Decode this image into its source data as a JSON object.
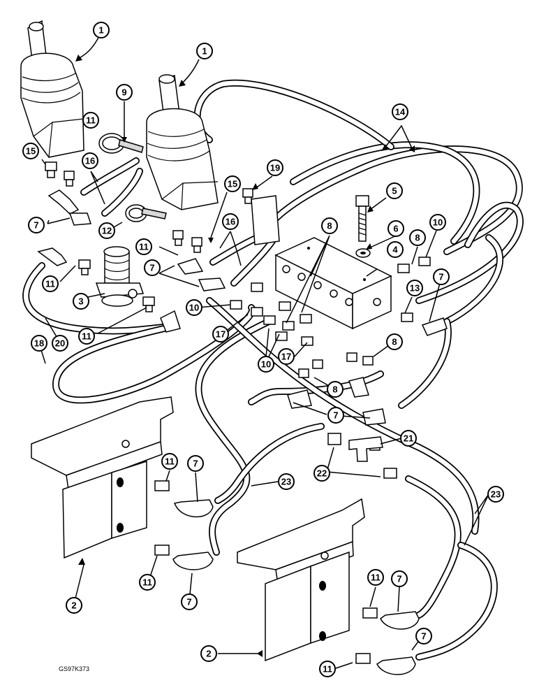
{
  "diagram": {
    "reference_code": "GS97K373",
    "callouts": [
      {
        "id": "c1a",
        "label": "1"
      },
      {
        "id": "c1b",
        "label": "1"
      },
      {
        "id": "c9",
        "label": "9"
      },
      {
        "id": "c11a",
        "label": "11"
      },
      {
        "id": "c14",
        "label": "14"
      },
      {
        "id": "c15a",
        "label": "15"
      },
      {
        "id": "c16a",
        "label": "16"
      },
      {
        "id": "c19",
        "label": "19"
      },
      {
        "id": "c15b",
        "label": "15"
      },
      {
        "id": "c5",
        "label": "5"
      },
      {
        "id": "c7a",
        "label": "7"
      },
      {
        "id": "c12",
        "label": "12"
      },
      {
        "id": "c16b",
        "label": "16"
      },
      {
        "id": "c8a",
        "label": "8"
      },
      {
        "id": "c6",
        "label": "6"
      },
      {
        "id": "c8b",
        "label": "8"
      },
      {
        "id": "c10a",
        "label": "10"
      },
      {
        "id": "c11b",
        "label": "11"
      },
      {
        "id": "c4",
        "label": "4"
      },
      {
        "id": "c11c",
        "label": "11"
      },
      {
        "id": "c7b",
        "label": "7"
      },
      {
        "id": "c7c",
        "label": "7"
      },
      {
        "id": "c3",
        "label": "3"
      },
      {
        "id": "c10b",
        "label": "10"
      },
      {
        "id": "c13",
        "label": "13"
      },
      {
        "id": "c11d",
        "label": "11"
      },
      {
        "id": "c20",
        "label": "20"
      },
      {
        "id": "c17a",
        "label": "17"
      },
      {
        "id": "c18",
        "label": "18"
      },
      {
        "id": "c10c",
        "label": "10"
      },
      {
        "id": "c17b",
        "label": "17"
      },
      {
        "id": "c8c",
        "label": "8"
      },
      {
        "id": "c8d",
        "label": "8"
      },
      {
        "id": "c7d",
        "label": "7"
      },
      {
        "id": "c21",
        "label": "21"
      },
      {
        "id": "c11e",
        "label": "11"
      },
      {
        "id": "c7e",
        "label": "7"
      },
      {
        "id": "c23a",
        "label": "23"
      },
      {
        "id": "c22",
        "label": "22"
      },
      {
        "id": "c23b",
        "label": "23"
      },
      {
        "id": "c11f",
        "label": "11"
      },
      {
        "id": "c2a",
        "label": "2"
      },
      {
        "id": "c7f",
        "label": "7"
      },
      {
        "id": "c11g",
        "label": "11"
      },
      {
        "id": "c7g",
        "label": "7"
      },
      {
        "id": "c7h",
        "label": "7"
      },
      {
        "id": "c2b",
        "label": "2"
      },
      {
        "id": "c11h",
        "label": "11"
      }
    ]
  }
}
